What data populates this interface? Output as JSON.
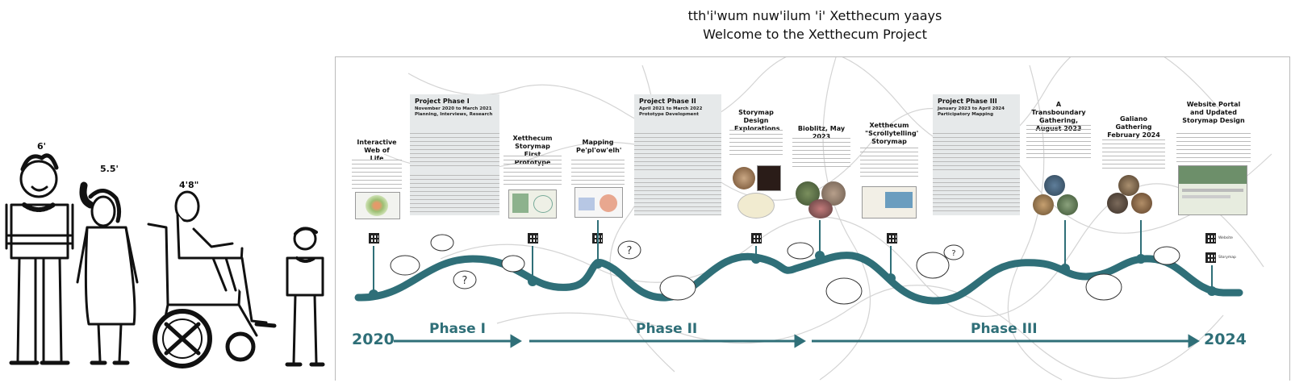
{
  "header": {
    "line1": "tth'i'wum nuw'ilum 'i' Xetthecum yaays",
    "line2": "Welcome to the Xetthecum Project"
  },
  "people": {
    "h1": "6'",
    "h2": "5.5'",
    "h3": "4'8\"",
    "h4": ""
  },
  "cards": {
    "web_of_life": {
      "title": "Interactive Web of Life"
    },
    "phase1": {
      "title": "Project Phase I",
      "dates": "November 2020 to March 2021",
      "focus": "Planning, Interviews, Research"
    },
    "storymap_first": {
      "title": "Xetthecum Storymap First Prototype"
    },
    "mapping": {
      "title": "Mapping Pe'pl'ow'elh'"
    },
    "phase2": {
      "title": "Project Phase II",
      "dates": "April 2021 to March 2022",
      "focus": "Prototype Development"
    },
    "storymap_design": {
      "title": "Storymap Design Explorations"
    },
    "bioblitz": {
      "title": "Bioblitz, May 2023"
    },
    "scrollytelling": {
      "title": "Xetthecum \"Scrollytelling\" Storymap"
    },
    "phase3": {
      "title": "Project Phase III",
      "dates": "January 2023 to April 2024",
      "focus": "Participatory Mapping"
    },
    "transboundary": {
      "title": "A Transboundary Gathering, August 2023"
    },
    "galiano": {
      "title": "Galiano Gathering February 2024"
    },
    "website": {
      "title": "Website Portal and Updated Storymap Design"
    }
  },
  "qr_labels": {
    "website": "Website",
    "storymap": "Storymap"
  },
  "timeline": {
    "start_year": "2020",
    "end_year": "2024",
    "phase_labels": [
      "Phase I",
      "Phase II",
      "Phase III"
    ],
    "accent": "#2f6f78"
  }
}
